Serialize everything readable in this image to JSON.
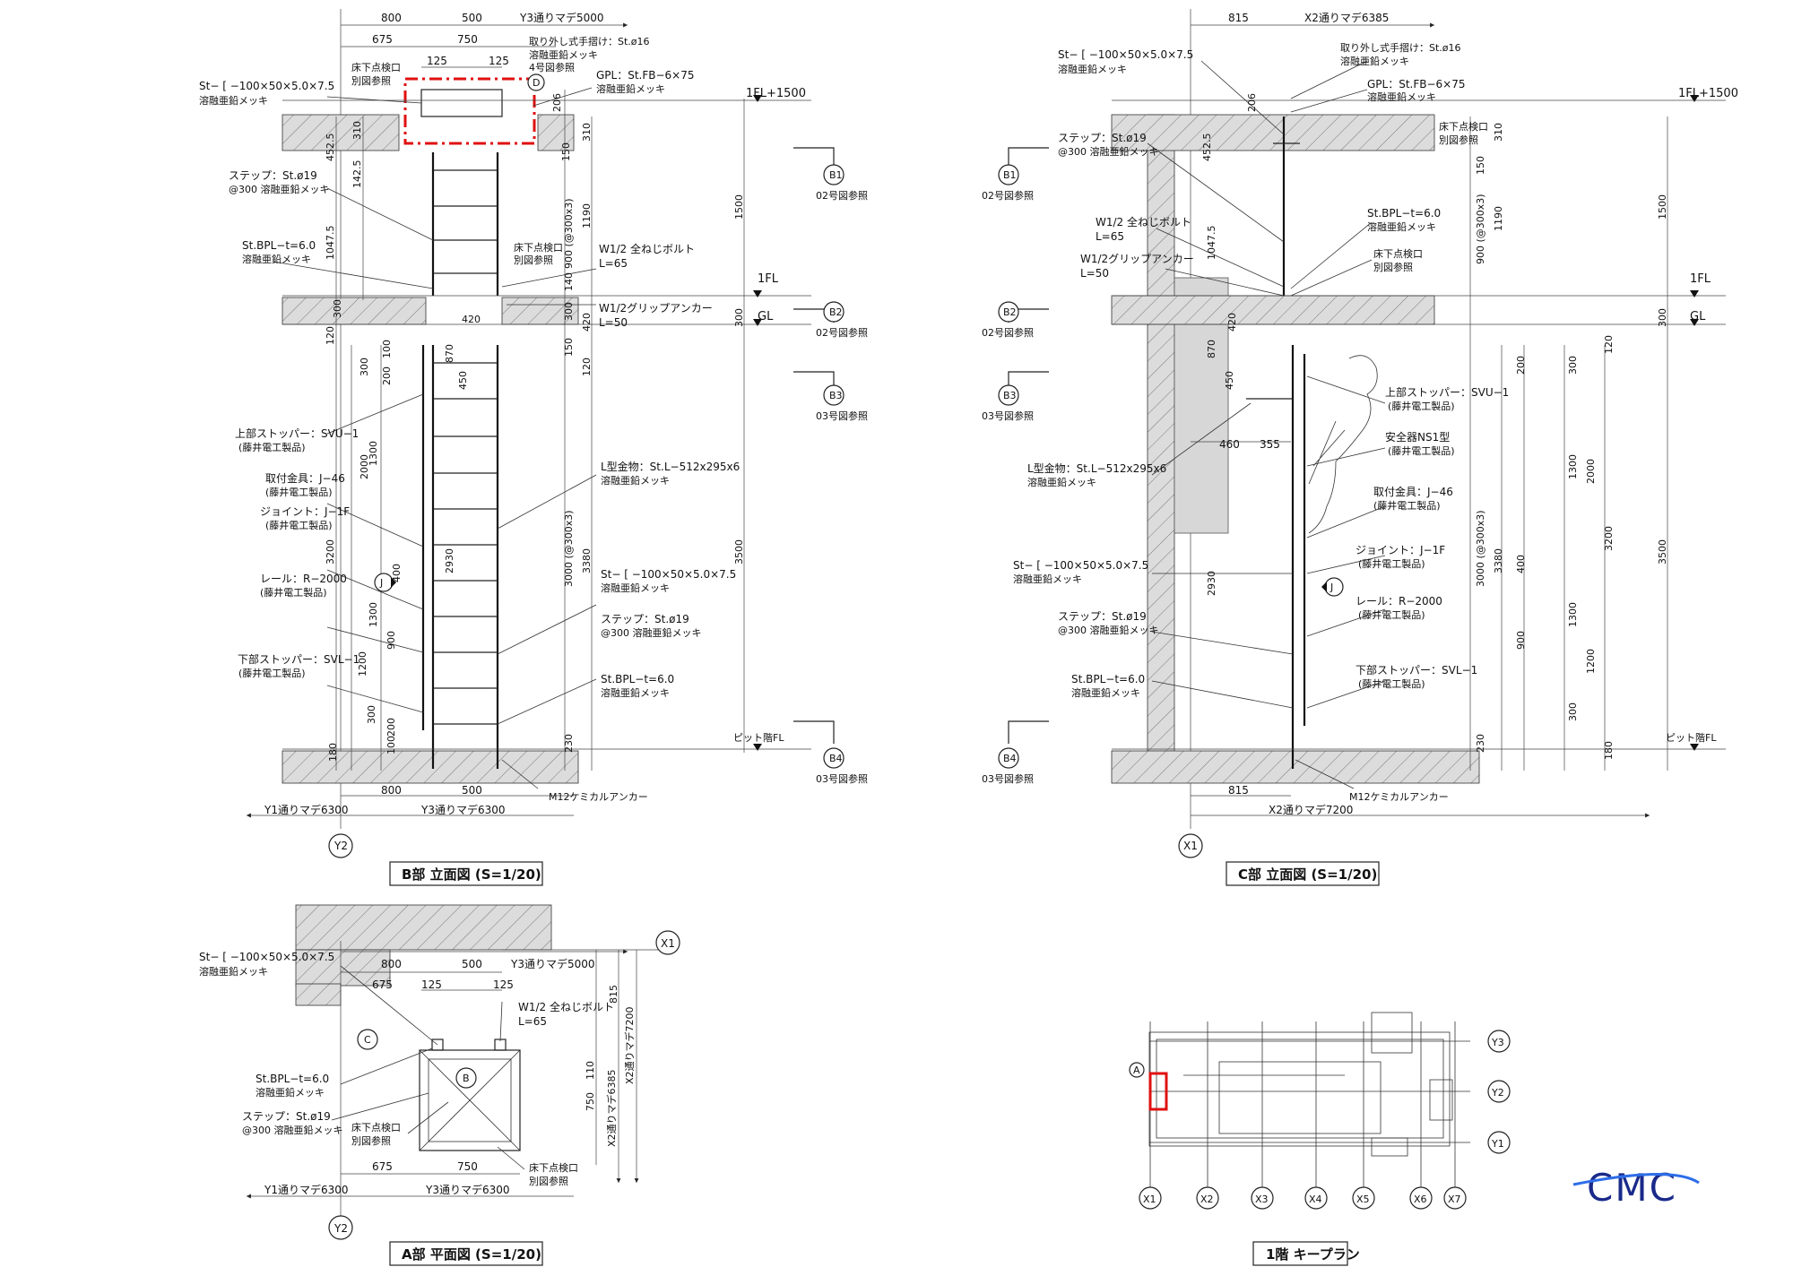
{
  "dims_b": {
    "top1": "800",
    "top2": "500",
    "top3": "Y3通りマデ5000",
    "r2a": "675",
    "r2b": "750",
    "r3a": "125",
    "r3b": "125",
    "bot1": "800",
    "bot2": "500",
    "y1": "Y1通りマデ6300",
    "y3": "Y3通りマデ6300",
    "v_4525": "452.5",
    "v_310": "310",
    "v_1425": "142.5",
    "v_10475": "1047.5",
    "v_300": "300",
    "v_120": "120",
    "v_3200": "3200",
    "v_2000": "2000",
    "v_1300": "1300",
    "v_1200": "1200",
    "v_180": "180",
    "v_200": "200",
    "v_100": "100",
    "v_870": "870",
    "v_420": "420",
    "v_450": "450",
    "v_2930": "2930",
    "v_900": "900",
    "v_400": "400",
    "v_206": "206",
    "v_150": "150",
    "v_1190": "1190",
    "v_900x3": "900 (@300x3)",
    "v_140": "140",
    "v_3000x3": "3000 (@300x3)",
    "v_3380": "3380",
    "v_230": "230",
    "v_1500": "1500",
    "v_3500": "3500"
  },
  "notes_b": {
    "hatch_open": "床下点検口",
    "ref_sheet": "別図参照",
    "rail_top": "取り外し式手摺け：St.ø16",
    "galv": "溶融亜鉛メッキ",
    "ref4": "4号図参照",
    "gpl": "GPL：St.FB−6×75",
    "channel": "St− [ −100×50×5.0×7.5",
    "step": "ステップ：St.ø19",
    "step_sub": "@300 溶融亜鉛メッキ",
    "bpl": "St.BPL−t=6.0",
    "bolt": "W1/2 全ねじボルト",
    "bolt_l": "L=65",
    "anchor": "W1/2グリップアンカー",
    "anchor_l": "L=50",
    "stopper_u": "上部ストッパー：SVU−1",
    "fujii": "(藤井電工製品)",
    "fitting": "取付金具：J−46",
    "joint": "ジョイント：J−1F",
    "rail": "レール：R−2000",
    "stopper_l": "下部ストッパー：SVL−1",
    "angle": "L型金物：St.L−512x295x6",
    "chem": "M12ケミカルアンカー",
    "harness": "安全器NS1型"
  },
  "levels": {
    "fl1500": "1FL+1500",
    "fl1": "1FL",
    "gl": "GL",
    "pit": "ピット階FL"
  },
  "refs": {
    "b1": "B1",
    "b2": "B2",
    "b3": "B3",
    "b4": "B4",
    "ref02": "02号図参照",
    "ref03": "03号図参照",
    "y2": "Y2",
    "x1": "X1",
    "x2": "X2",
    "x3": "X3",
    "x4": "X4",
    "x5": "X5",
    "x6": "X6",
    "x7": "X7",
    "y1": "Y1",
    "y3": "Y3",
    "j": "J",
    "c": "C",
    "b": "B",
    "d": "D",
    "a": "A"
  },
  "dims_c": {
    "top1": "815",
    "top2": "X2通りマデ6385",
    "bot1": "815",
    "bot2": "X2通りマデ7200",
    "v_460": "460",
    "v_355": "355"
  },
  "dims_a": {
    "top1": "800",
    "top2": "500",
    "top3": "Y3通りマデ5000",
    "r2a": "675",
    "r3a": "125",
    "r3b": "125",
    "bot1": "675",
    "bot2": "750",
    "y1": "Y1通りマデ6300",
    "y3": "Y3通りマデ6300",
    "r815": "815",
    "r750": "750",
    "r110": "110",
    "x2a": "X2通りマデ6385",
    "x2b": "X2通りマデ7200"
  },
  "titles": {
    "b": "B部 立面図 (S=1/20)",
    "c": "C部 立面図 (S=1/20)",
    "a": "A部 平面図 (S=1/20)",
    "key": "1階 キープラン"
  },
  "logo": "CMC"
}
